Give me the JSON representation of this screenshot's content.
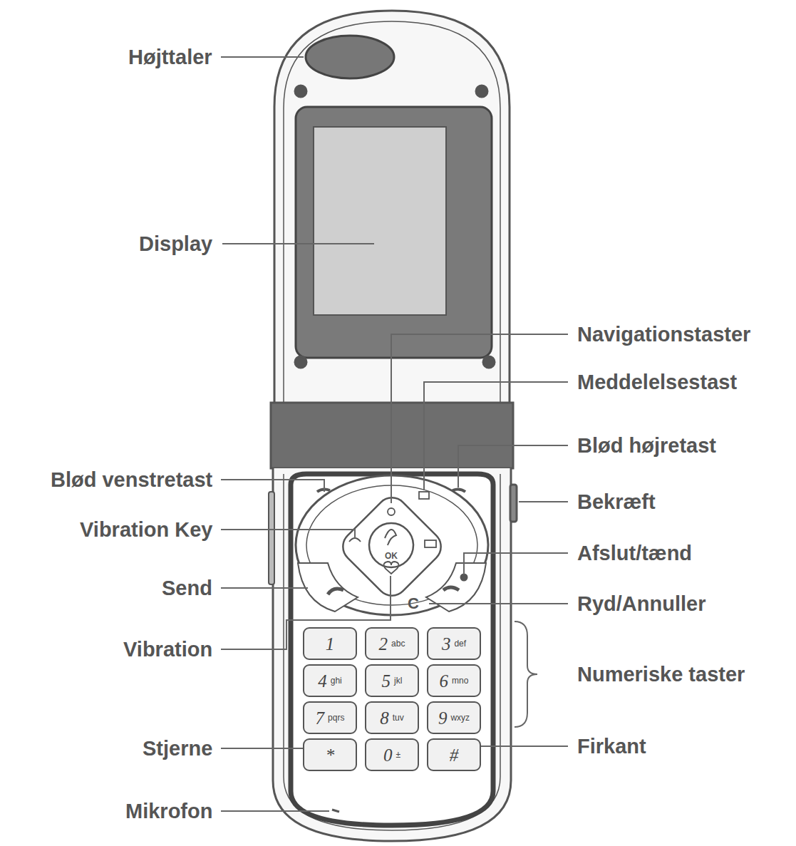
{
  "diagram": {
    "nodes": [
      {
        "text": [
          "1"
        ]
      },
      {
        "text": [
          "2",
          "abc"
        ]
      },
      {
        "text": [
          "3",
          "def"
        ]
      },
      {
        "text": [
          "4",
          "ghi"
        ]
      },
      {
        "text": [
          "5",
          "jkl"
        ]
      },
      {
        "text": [
          "6",
          "mno"
        ]
      },
      {
        "text": [
          "7",
          "pqrs"
        ]
      },
      {
        "text": [
          "8",
          "tuv"
        ]
      },
      {
        "text": [
          "9",
          "wxyz"
        ]
      },
      {
        "text": [
          "*"
        ]
      },
      {
        "text": [
          "0",
          "±"
        ]
      },
      {
        "text": [
          "#"
        ]
      }
    ],
    "labels": [
      "Højttaler",
      "Display",
      "Navigationstaster",
      "Meddelelsestast",
      "Blød højretast",
      "Blød venstretast",
      "Bekræft",
      "Vibration Key",
      "OK",
      "Afslut/tænd",
      "Send",
      "Ryd/Annuller",
      "C",
      "Vibration",
      "Numeriske taster",
      "Stjerne",
      "Firkant",
      "Mikrofon"
    ]
  }
}
